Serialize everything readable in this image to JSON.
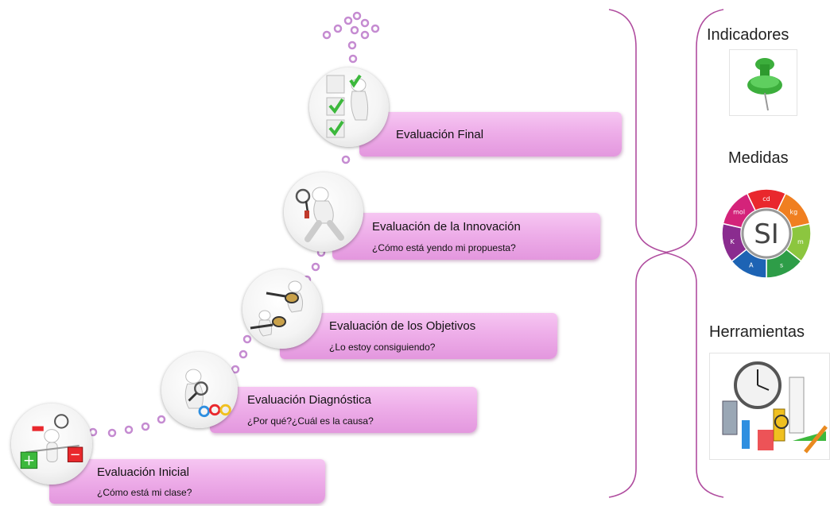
{
  "steps": [
    {
      "title": "Evaluación Inicial",
      "subtitle": "¿Cómo está mi clase?"
    },
    {
      "title": "Evaluación Diagnóstica",
      "subtitle": "¿Por qué?¿Cuál es la causa?"
    },
    {
      "title": "Evaluación de los Objetivos",
      "subtitle": "¿Lo estoy consiguiendo?"
    },
    {
      "title": "Evaluación de la Innovación",
      "subtitle": "¿Cómo está yendo mi propuesta?"
    },
    {
      "title": "Evaluación Final"
    }
  ],
  "side": {
    "indicators_label": "Indicadores",
    "measures_label": "Medidas",
    "tools_label": "Herramientas",
    "si_text": "SI",
    "si_units": [
      "cd",
      "kg",
      "m",
      "s",
      "A",
      "K",
      "mol"
    ]
  },
  "icons": {
    "step0": "plus-minus-balance-figure-icon",
    "step1": "magnifier-gears-figure-icon",
    "step2": "two-figures-magnifiers-icon",
    "step3": "running-figure-magnifier-icon",
    "step4": "checklist-figure-icon",
    "indicators": "green-pushpin-icon",
    "measures": "si-units-wheel-icon",
    "tools": "measuring-tools-icon"
  },
  "colors": {
    "box_fill": "#eeaee9",
    "dots": "#c58bd1",
    "bracket": "#b04d9f",
    "check_green": "#3cb83c",
    "si_segments": [
      "#e9282d",
      "#f07f21",
      "#8cc63f",
      "#2e9d48",
      "#1d63b4",
      "#8a2c8f",
      "#d4237a"
    ]
  }
}
